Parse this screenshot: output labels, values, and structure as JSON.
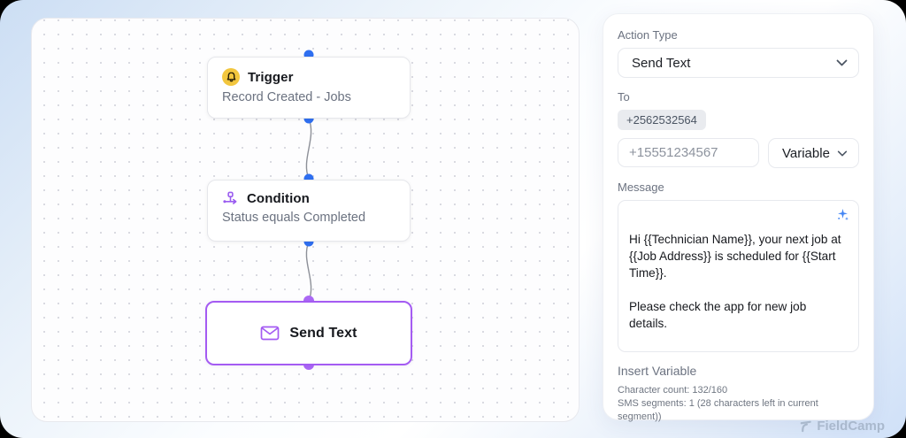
{
  "canvas": {
    "nodes": [
      {
        "id": "trigger",
        "title": "Trigger",
        "subtitle": "Record Created - Jobs"
      },
      {
        "id": "condition",
        "title": "Condition",
        "subtitle": "Status equals Completed"
      },
      {
        "id": "send-text",
        "title": "Send Text"
      }
    ]
  },
  "panel": {
    "action_type": {
      "label": "Action Type",
      "value": "Send Text"
    },
    "to": {
      "label": "To",
      "chip": "+2562532564",
      "phone_placeholder": "+15551234567",
      "variable_label": "Variable"
    },
    "message": {
      "label": "Message",
      "value": "Hi {{Technician Name}}, your next job at {{Job Address}} is scheduled for {{Start Time}}.\n\nPlease check the app for new job details."
    },
    "insert_variable_label": "Insert Variable",
    "character_count": "Character count: 132/160",
    "sms_segments": "SMS segments: 1 (28 characters left in current segment))"
  },
  "watermark": "FieldCamp",
  "colors": {
    "accent_purple": "#a45bf2",
    "handle_blue": "#2f6ff0",
    "trigger_amber": "#f2c63e",
    "sparkle_blue": "#4285f4"
  }
}
